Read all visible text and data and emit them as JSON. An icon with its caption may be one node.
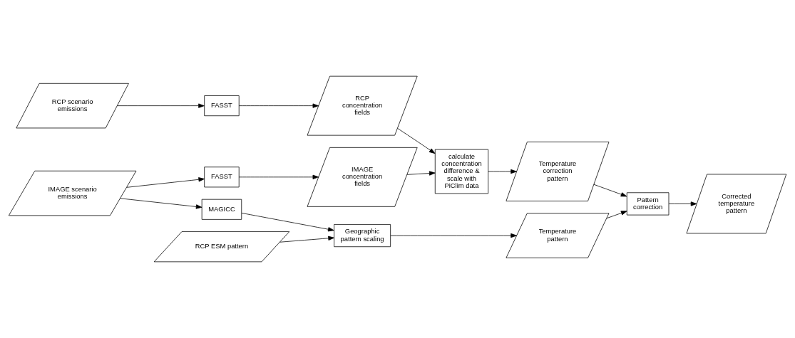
{
  "diagram": {
    "nodes": [
      {
        "text": [
          "RCP scenario emissions"
        ]
      },
      {
        "text": [
          "FASST"
        ]
      },
      {
        "text": [
          "RCP concentration fields"
        ]
      },
      {
        "text": [
          "calculate concentration difference & scale with PiClim data"
        ]
      },
      {
        "text": [
          "Temperature correction pattern"
        ]
      },
      {
        "text": [
          "IMAGE scenario emissions"
        ]
      },
      {
        "text": [
          "FASST"
        ]
      },
      {
        "text": [
          "IMAGE concentration fields"
        ]
      },
      {
        "text": [
          "MAGICC"
        ]
      },
      {
        "text": [
          "Geographic pattern scaling"
        ]
      },
      {
        "text": [
          "Temperature pattern"
        ]
      },
      {
        "text": [
          "Pattern correction"
        ]
      },
      {
        "text": [
          "RCP ESM pattern"
        ]
      },
      {
        "text": [
          "Corrected temperature pattern"
        ]
      }
    ],
    "edges": [
      {
        "from": 0,
        "to": 1,
        "arrow": "to"
      },
      {
        "from": 1,
        "to": 2,
        "arrow": "to"
      },
      {
        "from": 2,
        "to": 3,
        "arrow": "to"
      },
      {
        "from": 3,
        "to": 4,
        "arrow": "to"
      },
      {
        "from": 5,
        "to": 6,
        "arrow": "to"
      },
      {
        "from": 6,
        "to": 7,
        "arrow": "to"
      },
      {
        "from": 7,
        "to": 3,
        "arrow": "to"
      },
      {
        "from": 5,
        "to": 8,
        "arrow": "to"
      },
      {
        "from": 8,
        "to": 9,
        "arrow": "to"
      },
      {
        "from": 9,
        "to": 10,
        "arrow": "to"
      },
      {
        "from": 10,
        "to": 11,
        "arrow": "to"
      },
      {
        "from": 4,
        "to": 11,
        "arrow": "to"
      },
      {
        "from": 12,
        "to": 9,
        "arrow": "to"
      },
      {
        "from": 11,
        "to": 13,
        "arrow": "to"
      }
    ]
  }
}
